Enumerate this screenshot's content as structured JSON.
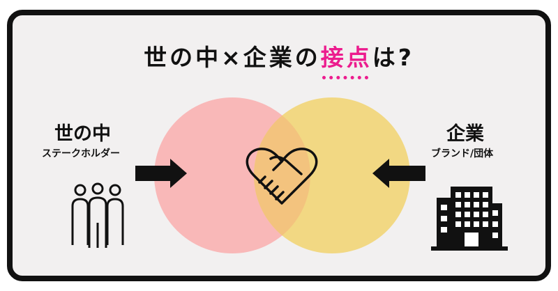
{
  "title": {
    "pre": "世の中×企業の",
    "highlight": "接点",
    "post": "は?"
  },
  "left": {
    "title": "世の中",
    "subtitle": "ステークホルダー",
    "icon": "people-icon"
  },
  "right": {
    "title": "企業",
    "subtitle": "ブランド/団体",
    "icon": "building-icon"
  },
  "center": {
    "icon": "handshake-heart-icon"
  },
  "colors": {
    "left_circle": "#f9b8b8",
    "right_circle": "#f2d883",
    "overlap": "#f3c37e",
    "accent": "#ec1c8e",
    "ink": "#111111"
  }
}
